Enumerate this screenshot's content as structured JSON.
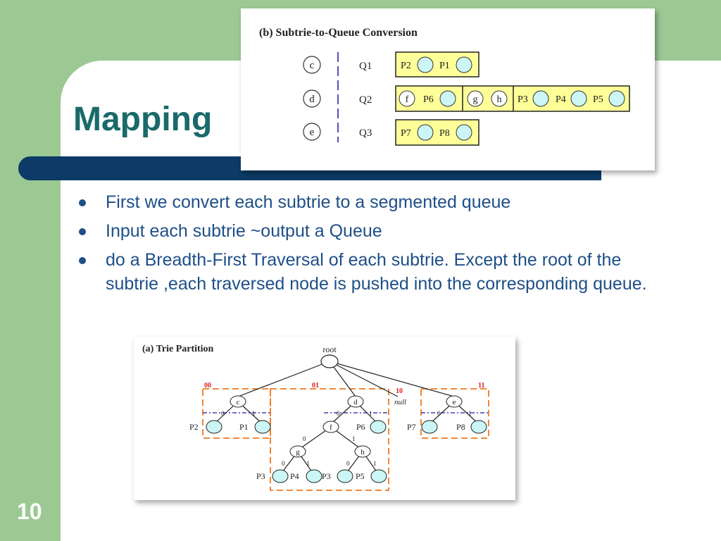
{
  "slide": {
    "title": "Mapping",
    "page_number": "10",
    "bullets": [
      "First we convert each subtrie to a segmented queue",
      "Input each subtrie ~output a Queue",
      "do a Breadth-First Traversal of each subtrie. Except the root of the subtrie ,each traversed node is pushed into the corresponding queue."
    ],
    "colors": {
      "side": "#9cc894",
      "title": "#1a6a6a",
      "ribbon": "#0b3b66",
      "text": "#1e4f88",
      "queue_fill": "#ffff99",
      "leaf_fill": "#ccf5f5",
      "partition_border": "#f07820",
      "partition_label": "#e02020"
    }
  },
  "queue_figure": {
    "heading": "(b) Subtrie-to-Queue Conversion",
    "rows": [
      {
        "node": "c",
        "queue": "Q1"
      },
      {
        "node": "d",
        "queue": "Q2"
      },
      {
        "node": "e",
        "queue": "Q3"
      }
    ],
    "q1": [
      "P2",
      "P1"
    ],
    "q2_segments": [
      {
        "node": "f",
        "items": [
          "P6"
        ]
      },
      {
        "node": "g",
        "node2": "h",
        "items": []
      },
      {
        "items": [
          "P3",
          "P4",
          "P5"
        ]
      }
    ],
    "q3": [
      "P7",
      "P8"
    ]
  },
  "trie_figure": {
    "heading": "(a) Trie Partition",
    "root_label": "root",
    "partitions": [
      "00",
      "01",
      "10",
      "11"
    ],
    "null_label": "null",
    "nodes": {
      "c": "c",
      "d": "d",
      "e": "e",
      "f": "f",
      "g": "g",
      "h": "h"
    },
    "leaves": [
      "P2",
      "P1",
      "P6",
      "P7",
      "P8",
      "P3",
      "P4",
      "P3",
      "P5"
    ],
    "edge_bits": [
      "0",
      "1"
    ]
  }
}
